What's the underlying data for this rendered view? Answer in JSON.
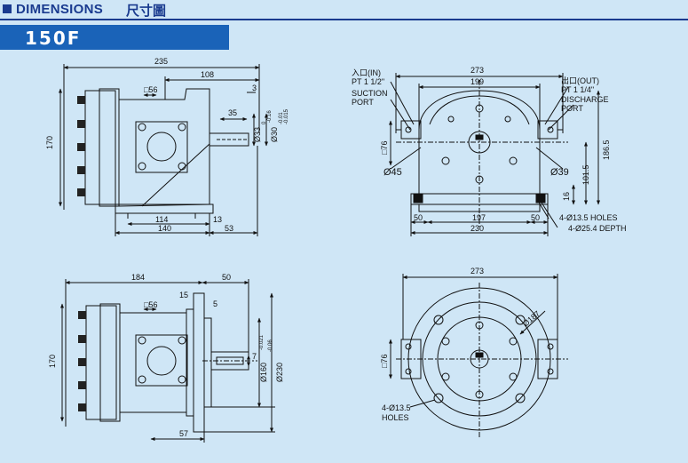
{
  "header": {
    "title": "DIMENSIONS",
    "title_cn": "尺寸圖",
    "model": "150F"
  },
  "colors": {
    "background": "#cfe6f6",
    "header_text": "#1a3b8f",
    "model_bar": "#1a63b8",
    "line": "#111111"
  },
  "views": {
    "top_left": {
      "d235": "235",
      "d108": "108",
      "d3": "3",
      "d56": "□56",
      "d35": "35",
      "d33": "Ø33",
      "d33_tol_top": "0",
      "d33_tol_bot": "-0.16",
      "d30": "Ø30",
      "d30_tol_top": "-0.01",
      "d30_tol_bot": "-0.015",
      "d170": "170",
      "d114": "114",
      "d13": "13",
      "d140": "140",
      "d53": "53"
    },
    "top_right": {
      "d273": "273",
      "d199": "199",
      "in_label": "入口(IN)",
      "in_size": "PT 1 1/2\"",
      "suction": "SUCTION",
      "suction_port": "PORT",
      "out_label": "出口(OUT)",
      "out_size": "PT 1 1/4\"",
      "discharge": "DISCHARGE",
      "discharge_port": "PORT",
      "d76": "□76",
      "d45": "Ø45",
      "d39": "Ø39",
      "d1865": "186.5",
      "d1015": "101.5",
      "d16": "16",
      "d50a": "50",
      "d197": "197",
      "d50b": "50",
      "d230": "230",
      "holes1": "4-Ø13.5 HOLES",
      "holes2": "4-Ø25.4 DEPTH"
    },
    "bottom_left": {
      "d184": "184",
      "d50": "50",
      "d15": "15",
      "d5": "5",
      "d56": "□56",
      "d170": "170",
      "d7": "7",
      "d7_tol": "-0.021",
      "d160": "Ø160",
      "d160_tol": "-0.06",
      "d230": "Ø230",
      "d57": "57"
    },
    "bottom_right": {
      "d273": "273",
      "d187": "Ø187",
      "d76": "□76",
      "holes1": "4-Ø13.5",
      "holes2": "HOLES"
    }
  }
}
